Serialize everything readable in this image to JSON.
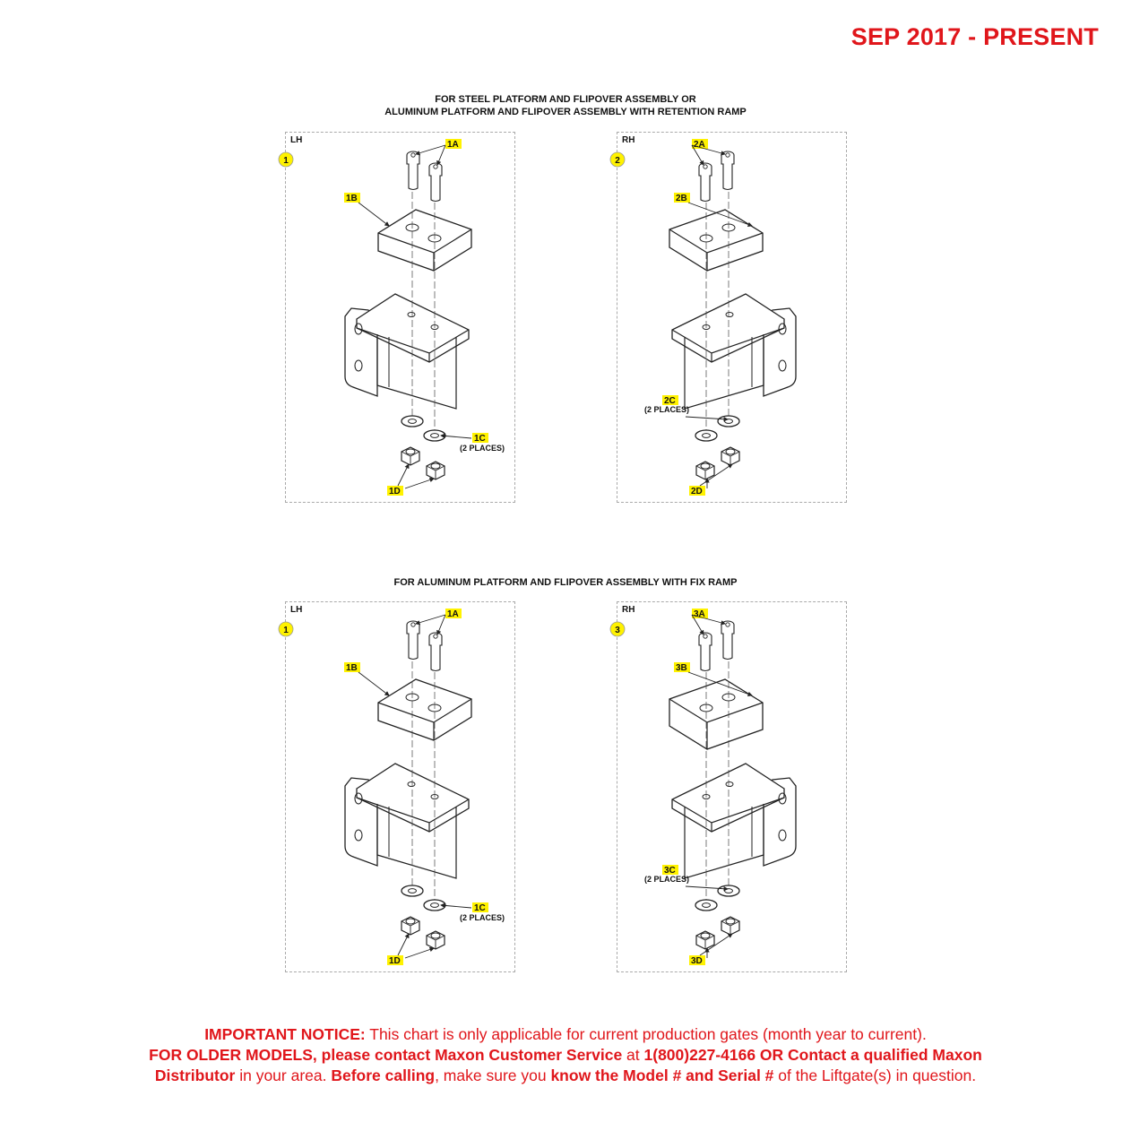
{
  "date_range": "SEP 2017 - PRESENT",
  "section1_title_line1": "FOR STEEL PLATFORM AND FLIPOVER ASSEMBLY OR",
  "section1_title_line2": "ALUMINUM PLATFORM AND FLIPOVER ASSEMBLY WITH RETENTION RAMP",
  "section2_title": "FOR ALUMINUM PLATFORM AND FLIPOVER ASSEMBLY WITH FIX RAMP",
  "panels": [
    {
      "side": "LH",
      "number": "1",
      "a": "1A",
      "b": "1B",
      "c": "1C",
      "c_note": "(2 PLACES)",
      "d": "1D"
    },
    {
      "side": "RH",
      "number": "2",
      "a": "2A",
      "b": "2B",
      "c": "2C",
      "c_note": "(2 PLACES)",
      "d": "2D"
    },
    {
      "side": "LH",
      "number": "1",
      "a": "1A",
      "b": "1B",
      "c": "1C",
      "c_note": "(2 PLACES)",
      "d": "1D"
    },
    {
      "side": "RH",
      "number": "3",
      "a": "3A",
      "b": "3B",
      "c": "3C",
      "c_note": "(2 PLACES)",
      "d": "3D"
    }
  ],
  "notice": {
    "l1_bold": "IMPORTANT NOTICE:",
    "l1_text": " This chart is only applicable for current production gates (month year to current).",
    "l2_bold": "FOR OLDER MODELS, please contact Maxon Customer Service",
    "l2_text": " at ",
    "l2_bold2": "1(800)227-4166 OR Contact a qualified Maxon",
    "l3_bold": "Distributor",
    "l3_text": " in your area. ",
    "l3_bold2": "Before calling",
    "l3_text2": ", make sure you ",
    "l3_bold3": "know the Model # and Serial #",
    "l3_text3": " of the Liftgate(s) in question."
  },
  "colors": {
    "accent_red": "#e0161b",
    "callout_yellow": "#fff200"
  }
}
